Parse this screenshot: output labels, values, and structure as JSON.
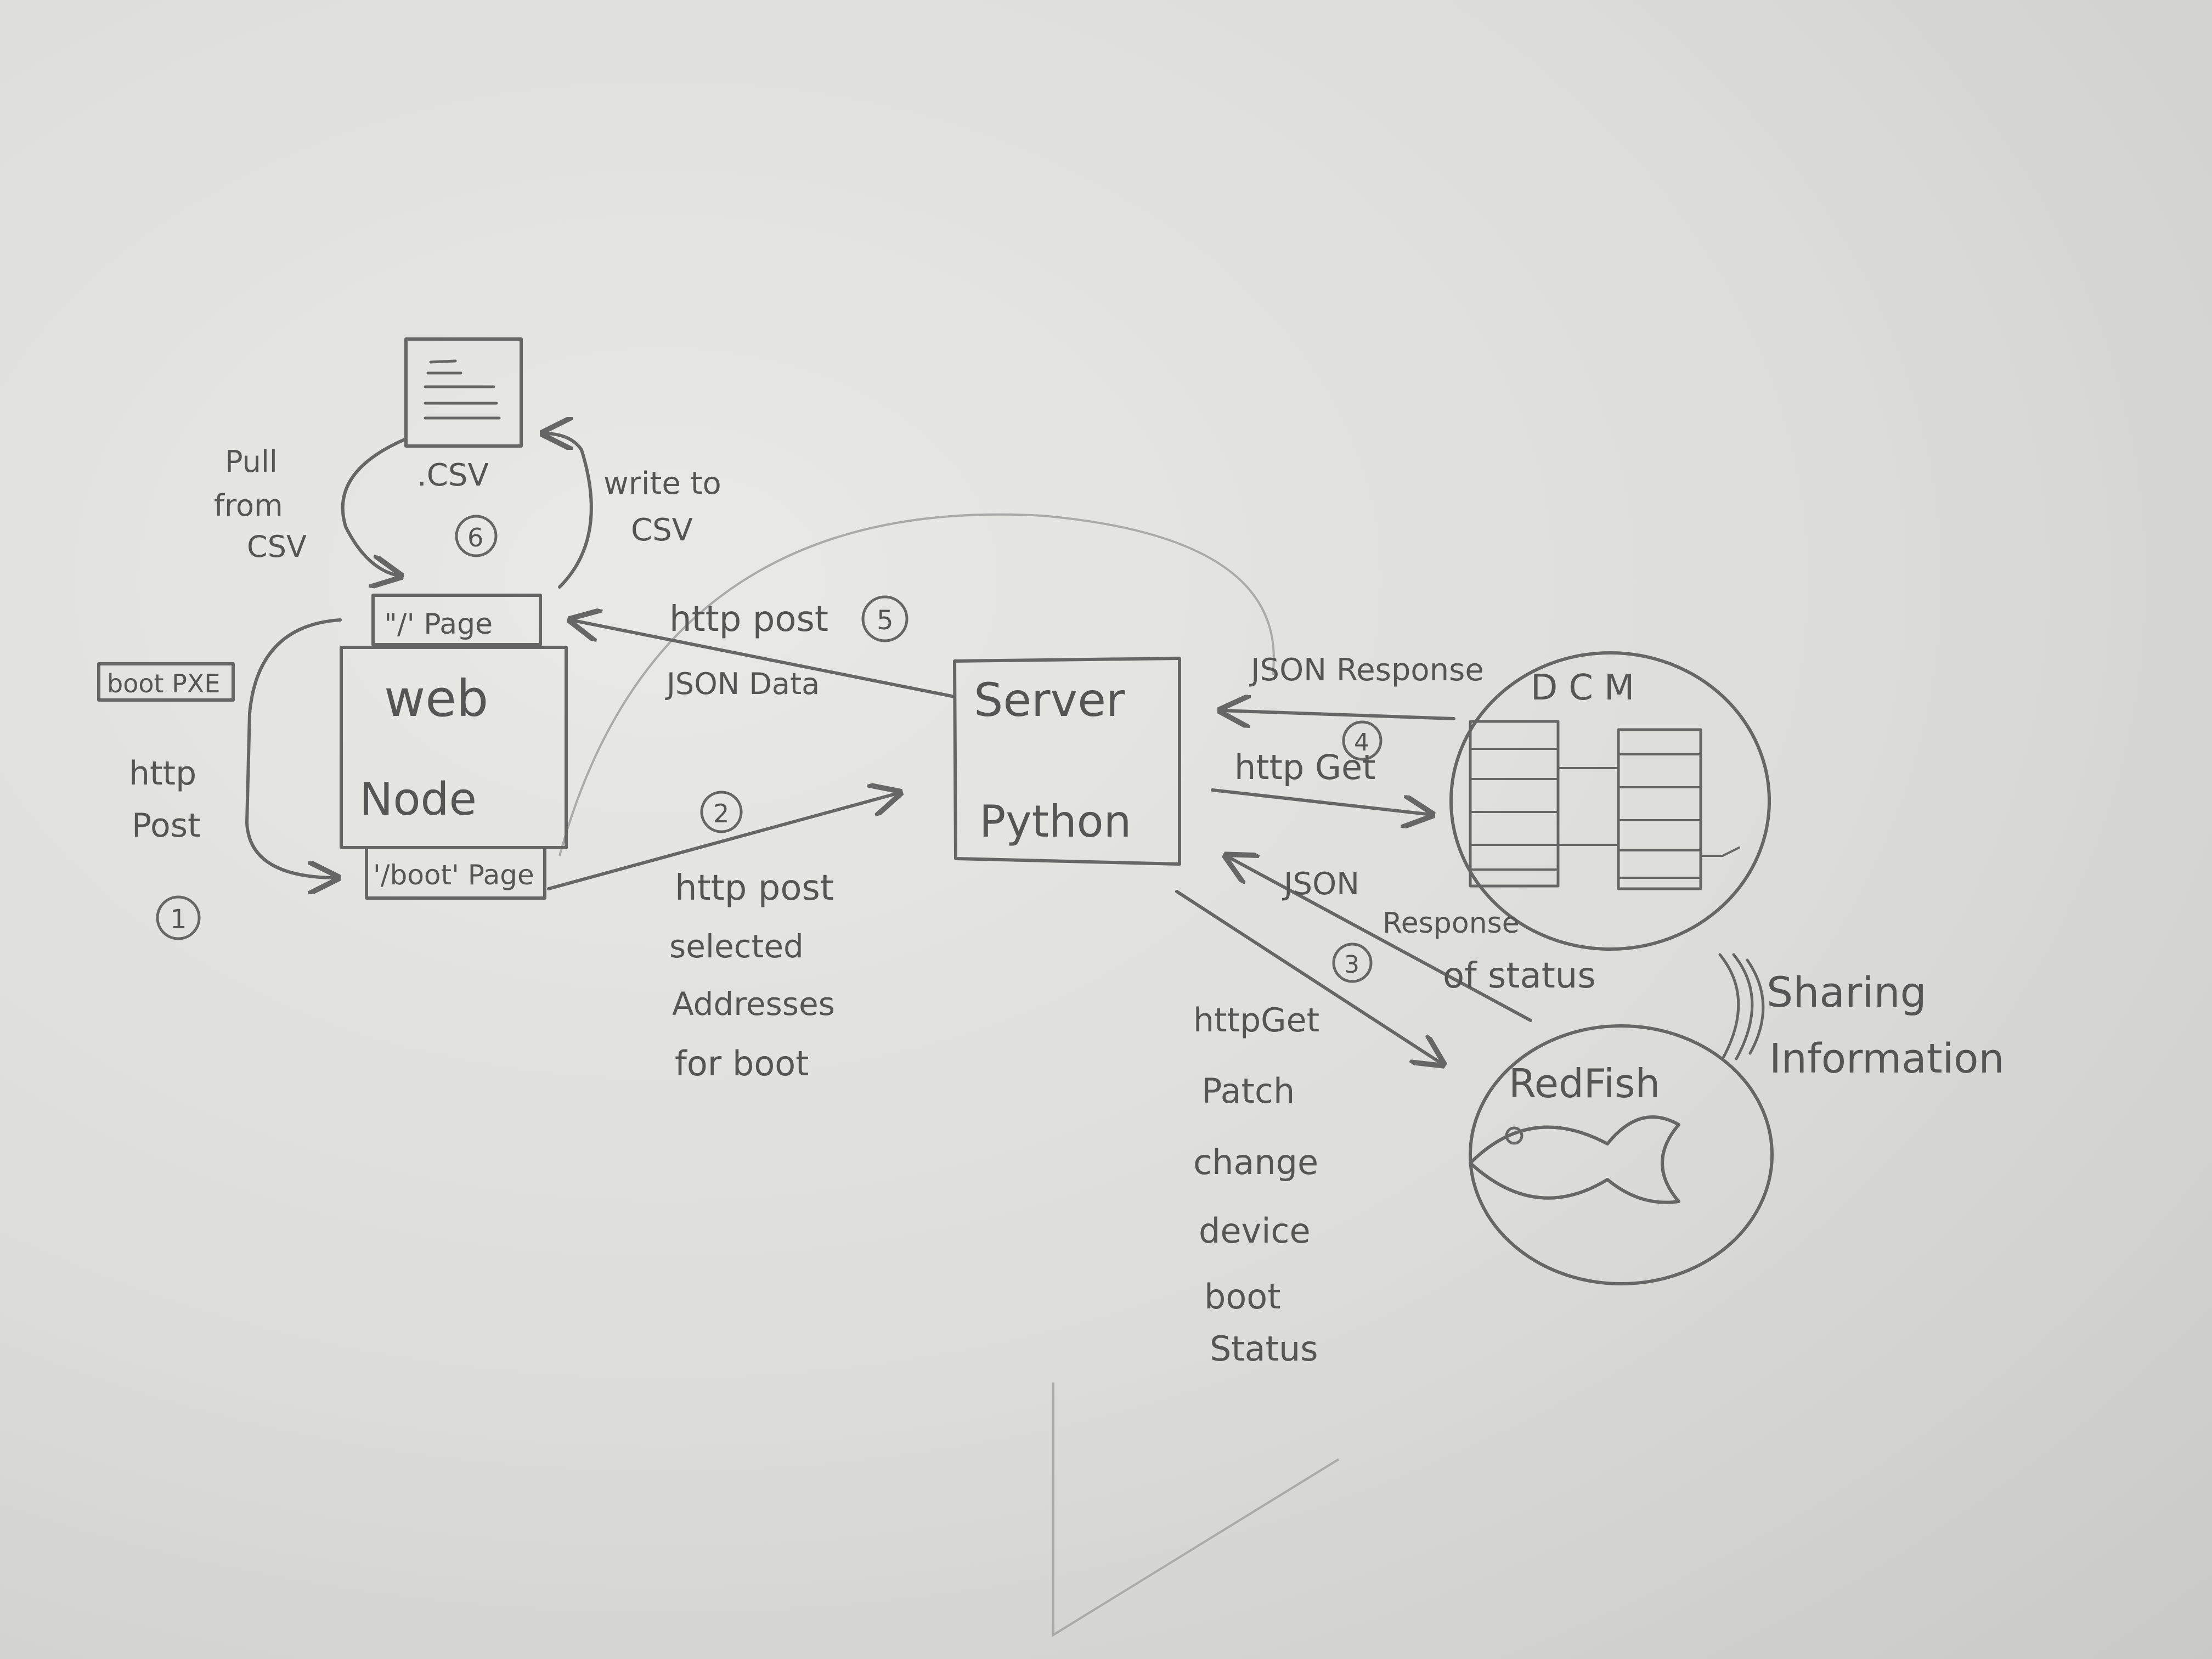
{
  "csv": {
    "label": ".CSV",
    "pull_label": [
      "Pull",
      "from",
      "CSV"
    ],
    "write_label": [
      "write to",
      "CSV"
    ],
    "step": "6"
  },
  "web_node": {
    "root_page": "\"/' Page",
    "title": "web",
    "subtitle": "Node",
    "boot_page": "'/boot' Page",
    "boot_pxe": "boot PXE",
    "http_post": [
      "http",
      "Post"
    ],
    "step": "1"
  },
  "server": {
    "title": "Server",
    "subtitle": "Python"
  },
  "edges": {
    "post5": {
      "label": "http post",
      "step": "5",
      "sub": "JSON Data"
    },
    "post2": {
      "step": "2",
      "lines": [
        "http post",
        "selected",
        "Addresses",
        "for boot"
      ]
    },
    "dcm_response": {
      "label": "JSON Response"
    },
    "dcm_get": {
      "step": "4",
      "label": "http Get"
    },
    "redfish_response": {
      "lines": [
        "JSON",
        "Response",
        "of status"
      ],
      "step": "3"
    },
    "redfish_request": {
      "lines": [
        "httpGet",
        "Patch",
        "change",
        "device",
        "boot",
        "Status"
      ]
    }
  },
  "dcm": {
    "title": "DCM"
  },
  "redfish": {
    "title": "RedFish"
  },
  "sharing": {
    "lines": [
      "Sharing",
      "Information"
    ]
  }
}
